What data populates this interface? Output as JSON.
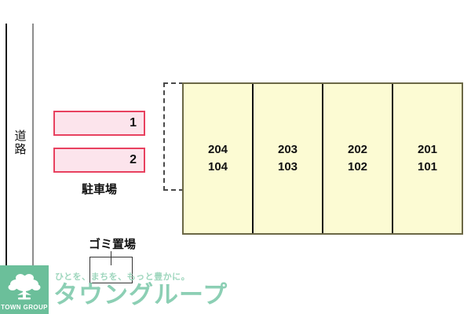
{
  "road": {
    "label_chars": [
      "道",
      "路"
    ],
    "label_text": "道路"
  },
  "parking": {
    "section_label": "駐車場",
    "stalls": [
      {
        "number": "1"
      },
      {
        "number": "2"
      }
    ]
  },
  "garbage": {
    "label": "ゴミ置場"
  },
  "building": {
    "units": [
      {
        "upper": "204",
        "lower": "104"
      },
      {
        "upper": "203",
        "lower": "103"
      },
      {
        "upper": "202",
        "lower": "102"
      },
      {
        "upper": "201",
        "lower": "101"
      }
    ]
  },
  "footer": {
    "logo_text": "TOWN GROUP",
    "tagline": "ひとを、まちを、もっと豊かに。",
    "brand_name": "タウングループ"
  },
  "colors": {
    "building_fill": "#FCFBD3",
    "building_border": "#6B6845",
    "parking_fill": "#FCE4EC",
    "parking_border": "#E8415F",
    "logo_green": "#6BBF9A",
    "brand_green": "#8CCFB4",
    "tagline_green": "#9ED6BD",
    "line_black": "#1A1A1A"
  }
}
